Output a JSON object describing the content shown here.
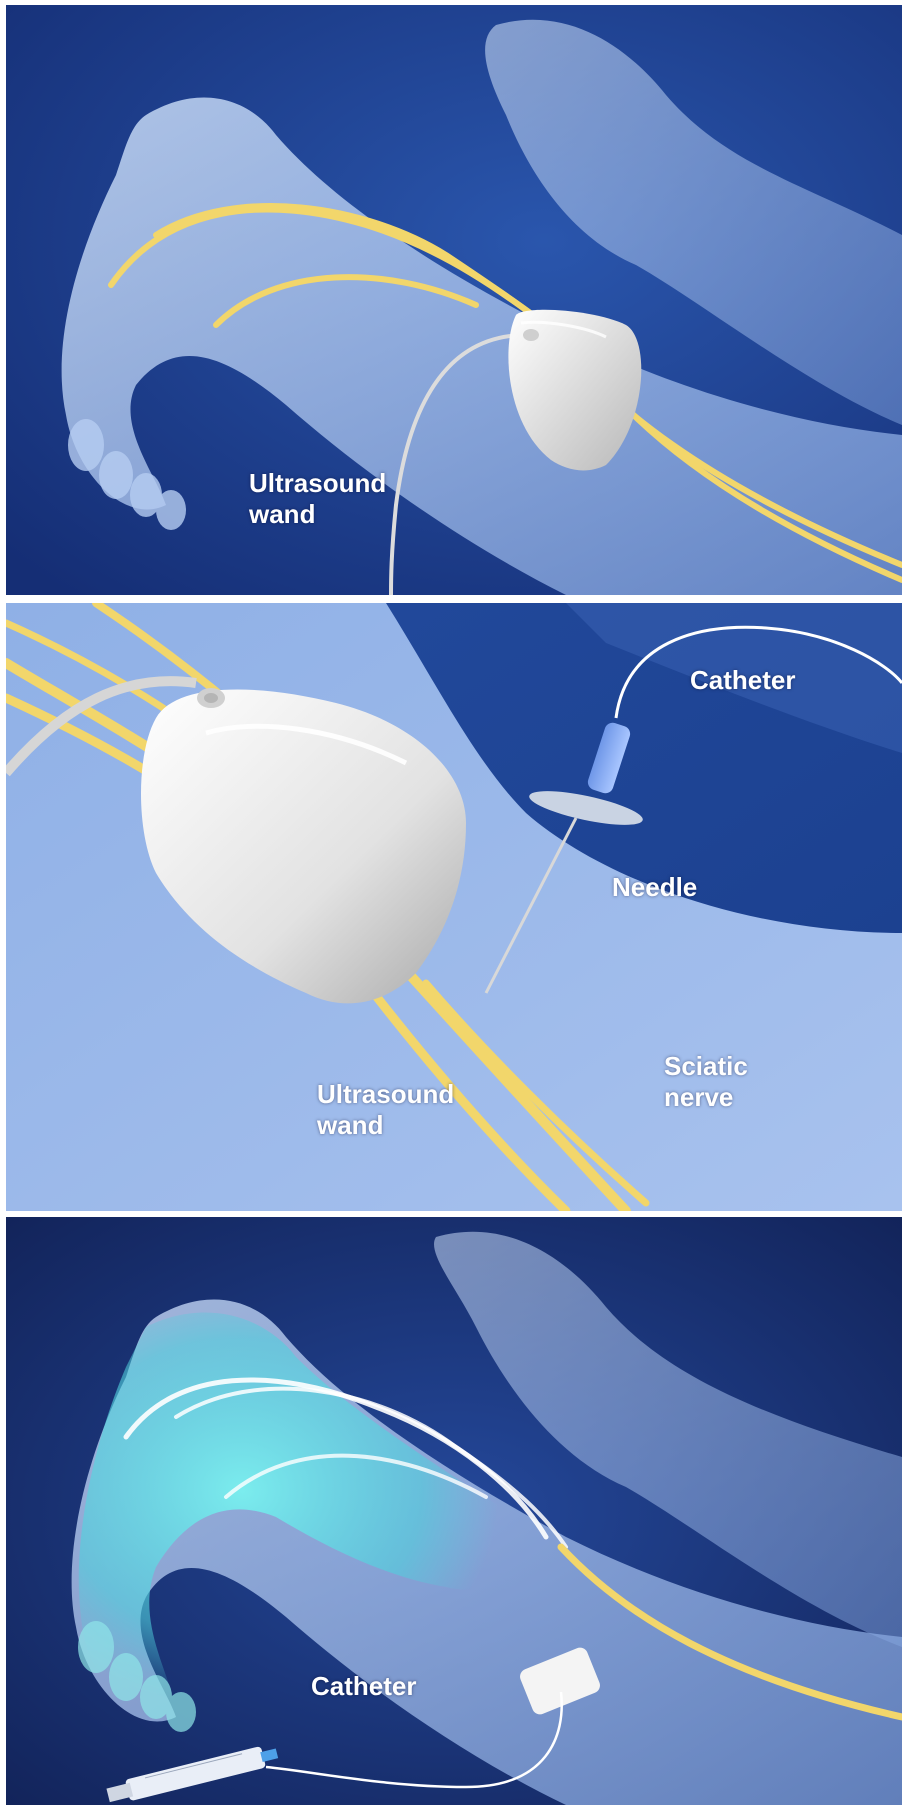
{
  "panels": {
    "top": {
      "labels": {
        "ultrasound_wand_line1": "Ultrasound",
        "ultrasound_wand_line2": "wand"
      }
    },
    "middle": {
      "labels": {
        "catheter": "Catheter",
        "needle": "Needle",
        "ultrasound_wand_line1": "Ultrasound",
        "ultrasound_wand_line2": "wand",
        "sciatic_nerve_line1": "Sciatic",
        "sciatic_nerve_line2": "nerve"
      }
    },
    "bottom": {
      "labels": {
        "catheter": "Catheter"
      }
    }
  },
  "colors": {
    "background": "#1c3f8f",
    "skin": "#a9c3ec",
    "nerve": "#f2d66b",
    "device": "#e8e8e8",
    "anesthetic_glow": "#6fe3e6",
    "label_text": "#ffffff"
  }
}
